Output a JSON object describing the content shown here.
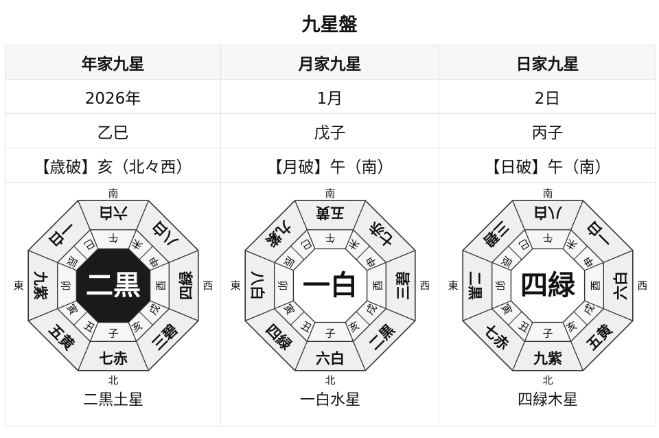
{
  "title": "九星盤",
  "columns": [
    {
      "header": "年家九星",
      "period": "2026年",
      "kanshi": "乙巳",
      "ha": "【歳破】亥（北々西）",
      "chart": {
        "center": "二黒",
        "center_dark": true,
        "outer": [
          "七赤",
          "五黄",
          "九紫",
          "一白",
          "六白",
          "八白",
          "四緑",
          "三碧"
        ],
        "star_name": "二黒土星"
      }
    },
    {
      "header": "月家九星",
      "period": "1月",
      "kanshi": "戊子",
      "ha": "【月破】午（南）",
      "chart": {
        "center": "一白",
        "center_dark": false,
        "outer": [
          "六白",
          "四緑",
          "八白",
          "九紫",
          "五黄",
          "七赤",
          "三碧",
          "二黒"
        ],
        "star_name": "一白水星"
      }
    },
    {
      "header": "日家九星",
      "period": "2日",
      "kanshi": "丙子",
      "ha": "【日破】午（南）",
      "chart": {
        "center": "四緑",
        "center_dark": false,
        "outer": [
          "九紫",
          "七赤",
          "二黒",
          "三碧",
          "八白",
          "一白",
          "六白",
          "五黄"
        ],
        "star_name": "四緑木星"
      }
    }
  ],
  "directions": {
    "north": "北",
    "south": "南",
    "east": "東",
    "west": "西"
  },
  "zodiac": [
    "子",
    "丑",
    "寅",
    "卯",
    "辰",
    "巳",
    "午",
    "未",
    "申",
    "酉",
    "戌",
    "亥"
  ],
  "colors": {
    "border": "#e2e2e2",
    "header_bg": "#f7f7f7",
    "ring_fill": "#efefef",
    "line": "#333333",
    "dark": "#1a1a1a"
  }
}
